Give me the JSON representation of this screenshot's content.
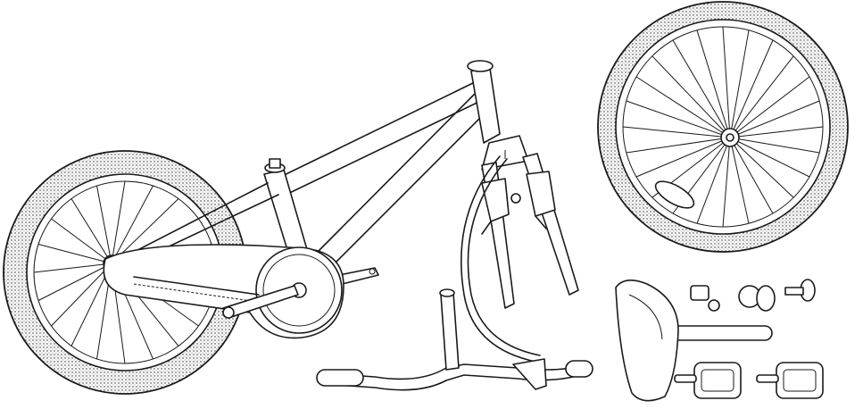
{
  "diagram": {
    "style": "line-art",
    "ink_color": "#1a1a1a",
    "background": "#ffffff",
    "parts": [
      "frame-with-rear-wheel",
      "chain-guard",
      "front-fork",
      "brake-cable",
      "handlebar",
      "front-wheel",
      "saddle-with-seatpost",
      "bell",
      "reflector",
      "pedal-left",
      "pedal-right"
    ]
  }
}
